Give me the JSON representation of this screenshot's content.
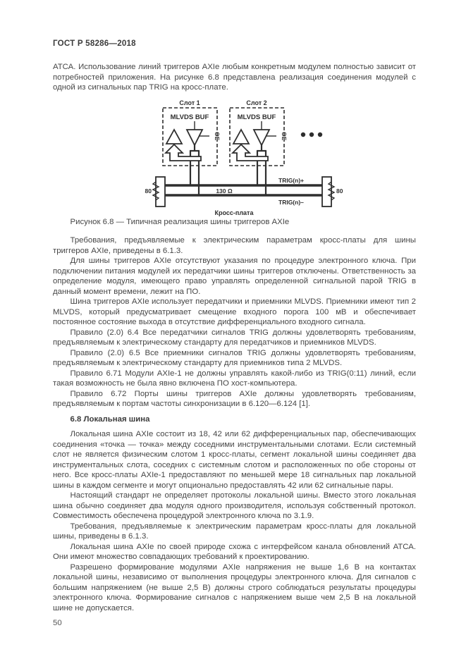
{
  "header": {
    "title": "ГОСТ Р 58286—2018"
  },
  "intro": "АТСА. Использование линий триггеров AXIe любым конкретным модулем полностью зависит от потребностей приложения. На рисунке 6.8 представлена реализация соединения модулей с одной из сигнальных пар TRIG на кросс-плате.",
  "figure": {
    "caption": "Рисунок 6.8 — Типичная реализация шины триггеров AXIe",
    "slot1": "Слот 1",
    "slot2": "Слот 2",
    "buffer": "MLVDS BUF",
    "oe": "OE",
    "termination_left": "80",
    "termination_right": "80",
    "impedance": "130 Ω",
    "trig_plus": "TRIG(n)+",
    "trig_minus": "TRIG(n)–",
    "backplane": "Кросс-плата"
  },
  "body": {
    "paragraphs": [
      "Требования, предъявляемые к электрическим параметрам кросс-платы для шины триггеров AXIe, приведены в 6.1.3.",
      "Для шины триггеров AXIe отсутствуют указания по процедуре электронного ключа. При подключении питания модулей их передатчики шины триггеров отключены. Ответственность за определение модуля, имеющего право управлять определенной сигнальной парой TRIG в данный момент времени, лежит на ПО.",
      "Шина триггеров AXIe использует передатчики и приемники MLVDS. Приемники имеют тип 2 MLVDS, который предусматривает смещение входного порога 100 мВ и обеспечивает постоянное состояние выхода в отсутствие дифференциального входного сигнала.",
      "Правило (2.0) 6.4 Все передатчики сигналов TRIG должны удовлетворять требованиям, предъявляемым к электрическому стандарту для передатчиков и приемников MLVDS.",
      "Правило (2.0) 6.5 Все приемники сигналов TRIG должны удовлетворять требованиям, предъявляемым к электрическому стандарту для приемников типа 2 MLVDS.",
      "Правило 6.71 Модули AXIe-1 не должны управлять какой-либо из TRIG(0:11) линий, если такая возможность не была явно включена ПО хост-компьютера.",
      "Правило 6.72 Порты шины триггеров AXIe должны удовлетворять требованиям, предъявляемым к портам частоты синхронизации в 6.120—6.124 [1]."
    ]
  },
  "section": {
    "heading": "6.8 Локальная шина",
    "paragraphs": [
      "Локальная шина AXIe состоит из 18, 42 или 62 дифференциальных пар, обеспечивающих соединения «точка — точка» между соседними инструментальными слотами. Если системный слот не является физическим слотом 1 кросс-платы, сегмент локальной шины соединяет два инструментальных слота, соседних с системным слотом и расположенных по обе стороны от него. Все кросс-платы AXIe-1 предоставляют по меньшей мере 18 сигнальных пар локальной шины в каждом сегменте и могут опционально предоставлять 42 или 62 сигнальные пары.",
      "Настоящий стандарт не определяет протоколы локальной шины. Вместо этого локальная шина обычно соединяет два модуля одного производителя, используя собственный протокол. Совместимость обеспечена процедурой электронного ключа по 3.1.9.",
      "Требования, предъявляемые к электрическим параметрам кросс-платы для локальной шины, приведены в 6.1.3.",
      "Локальная шина AXIe по своей природе схожа с интерфейсом канала обновлений АТСА. Они имеют множество совпадающих требований к проектированию.",
      "Разрешено формирование модулями AXIe напряжения не выше 1,6 В на контактах локальной шины, независимо от выполнения процедуры электронного ключа. Для сигналов с большим напряжением (не выше 2,5 В) должны строго соблюдаться результаты процедуры электронного ключа. Формирование сигналов с напряжением выше чем 2,5 В на локальной шине не допускается."
    ]
  },
  "footer": {
    "page_number": "50"
  }
}
